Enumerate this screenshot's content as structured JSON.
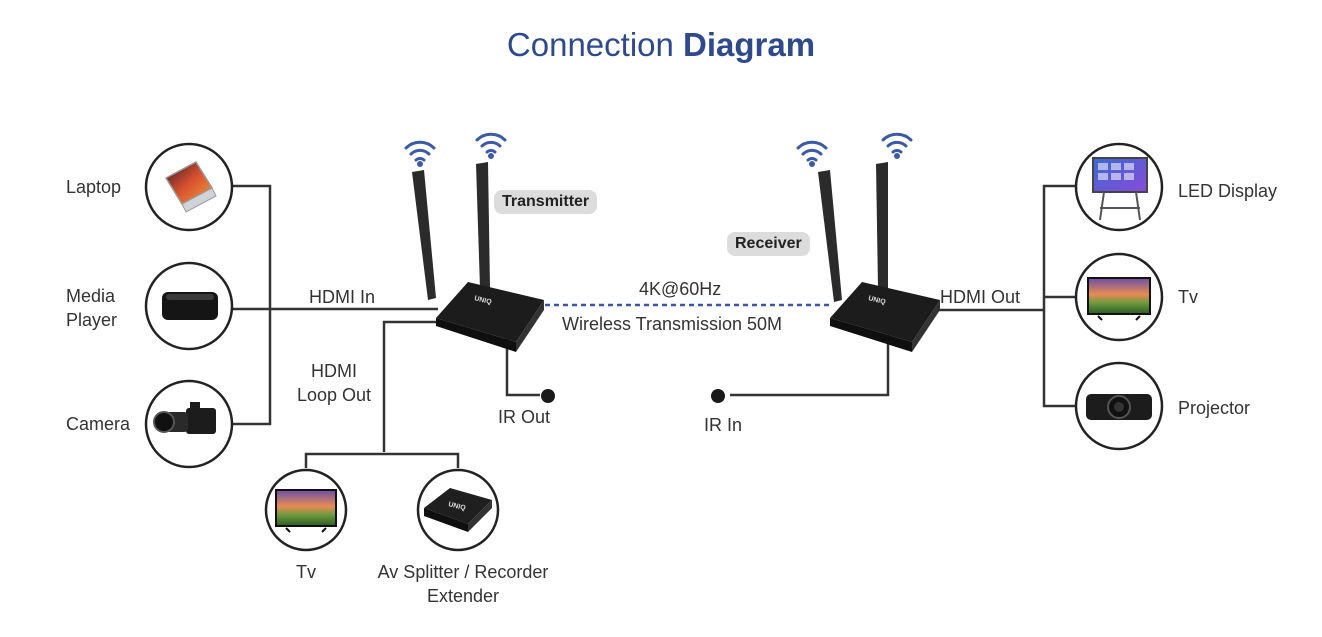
{
  "title": {
    "part1": "Connection",
    "part2": "Diagram"
  },
  "sources": {
    "laptop": "Laptop",
    "media_player_l1": "Media",
    "media_player_l2": "Player",
    "camera": "Camera"
  },
  "transmitter": {
    "badge": "Transmitter",
    "hdmi_in": "HDMI In",
    "loop_out_l1": "HDMI",
    "loop_out_l2": "Loop Out",
    "ir_out": "IR Out"
  },
  "link": {
    "resolution": "4K@60Hz",
    "transmission": "Wireless Transmission 50M"
  },
  "receiver": {
    "badge": "Receiver",
    "hdmi_out": "HDMI Out",
    "ir_in": "IR In"
  },
  "displays": {
    "led_display": "LED Display",
    "tv": "Tv",
    "projector": "Projector"
  },
  "loop_devices": {
    "tv": "Tv",
    "splitter_l1": "Av Splitter / Recorder",
    "splitter_l2": "Extender"
  },
  "device_brand": "UNIQ",
  "colors": {
    "title": "#2e4a8c",
    "wifi": "#3b5aa8",
    "dashed_link": "#3d55a3",
    "line": "#333333"
  }
}
